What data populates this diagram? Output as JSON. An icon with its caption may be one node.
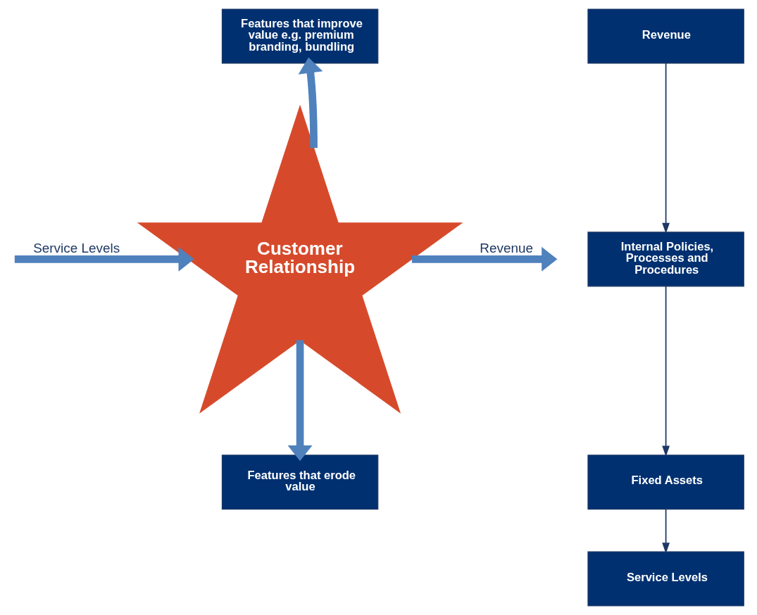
{
  "diagram": {
    "nodes": [
      {
        "text": [
          "Features that improve value e.g. premium branding, bundling"
        ]
      },
      {
        "text": [
          "Customer Relationship"
        ]
      },
      {
        "text": [
          "Features that erode value"
        ]
      },
      {
        "text": [
          "Revenue"
        ]
      },
      {
        "text": [
          "Internal Policies, Processes and Procedures"
        ]
      },
      {
        "text": [
          "Fixed Assets"
        ]
      },
      {
        "text": [
          "Service Levels"
        ]
      }
    ],
    "edges": [
      {
        "from": 1,
        "to": 0,
        "arrow": "to"
      },
      {
        "from": 1,
        "to": 2,
        "arrow": "to"
      },
      {
        "from": null,
        "to": 1,
        "arrow": "to",
        "label": "Service Levels"
      },
      {
        "from": 1,
        "to": null,
        "arrow": "to",
        "label": "Revenue"
      },
      {
        "from": 3,
        "to": 4,
        "arrow": "to",
        "color": "#1f3864"
      },
      {
        "from": 4,
        "to": 5,
        "arrow": "to",
        "color": "#1f3864"
      },
      {
        "from": 5,
        "to": 6,
        "arrow": "to",
        "color": "#1f3864"
      }
    ]
  }
}
